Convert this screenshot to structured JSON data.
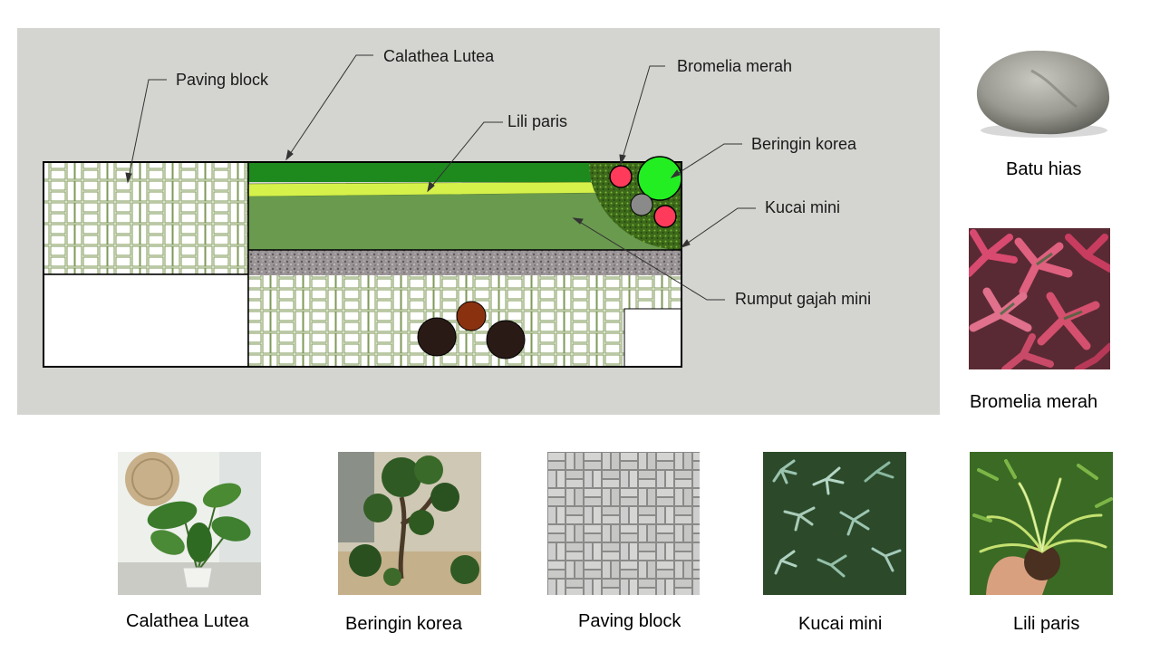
{
  "plan": {
    "labels": {
      "paving_block": "Paving block",
      "calathea": "Calathea Lutea",
      "bromelia": "Bromelia merah",
      "lili": "Lili paris",
      "beringin": "Beringin korea",
      "kucai": "Kucai mini",
      "rumput": "Rumput gajah mini"
    }
  },
  "gallery": {
    "batu": "Batu hias",
    "bromelia": "Bromelia merah",
    "calathea": "Calathea Lutea",
    "beringin": "Beringin korea",
    "paving": "Paving block",
    "kucai": "Kucai mini",
    "lili": "Lili paris"
  },
  "colors": {
    "panel": "#d4d4d0",
    "calathea_strip": "#1e8a1e",
    "lili_strip": "#d6f24a",
    "rumput_area": "#6a9a4e",
    "gravel": "#8e8a8c",
    "bromelia": "#ff3a5a",
    "beringin": "#22ee22",
    "batu_small": "#8a8a8a",
    "dark_stone": "#2a1a16",
    "brown_stone": "#8a3210"
  }
}
